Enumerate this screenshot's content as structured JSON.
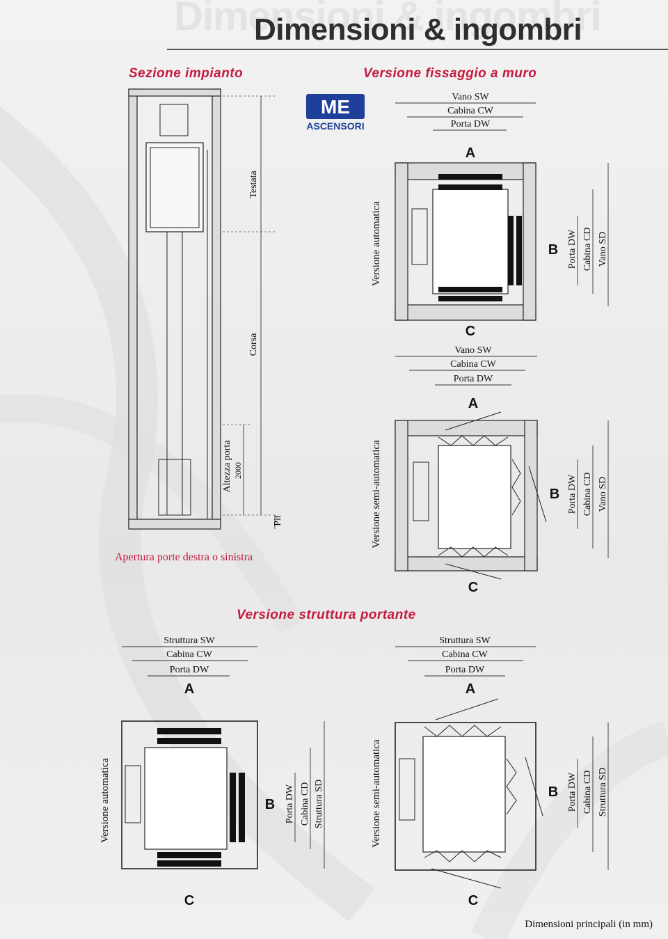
{
  "header": {
    "ghost_title": "Dimensioni & ingombri",
    "title": "Dimensioni & ingombri"
  },
  "sections": {
    "impianto": "Sezione impianto",
    "muro": "Versione fissaggio a muro",
    "portante": "Versione struttura portante"
  },
  "logo": {
    "mark": "ME",
    "text": "ASCENSORI",
    "color": "#1e3f9a"
  },
  "section_view": {
    "testata": "Testata",
    "corsa": "Corsa",
    "altezza_porta": "Altezza porta",
    "altezza_value": "2000",
    "pit": "Pit",
    "apertura": "Apertura porte destra o sinistra"
  },
  "labels": {
    "vano_sw": "Vano SW",
    "cabina_cw": "Cabina CW",
    "porta_dw": "Porta DW",
    "cabina_cd": "Cabina CD",
    "vano_sd": "Vano SD",
    "struttura_sw": "Struttura SW",
    "struttura_sd": "Struttura SD",
    "a": "A",
    "b": "B",
    "c": "C",
    "versione_automatica": "Versione automatica",
    "versione_semi": "Versione semi-automatica"
  },
  "footer": {
    "note": "Dimensioni principali (in mm)"
  },
  "colors": {
    "accent": "#c41a3f",
    "ink": "#111111",
    "wall_fill": "#dcdcdc"
  }
}
